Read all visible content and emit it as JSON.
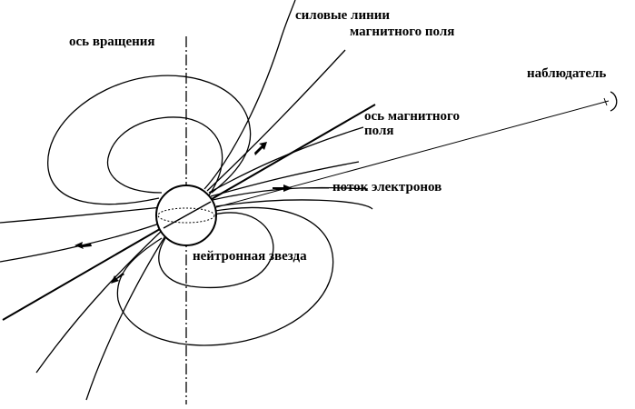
{
  "labels": {
    "rotation_axis": "ось вращения",
    "field_lines_1": "силовые линии",
    "field_lines_2": "магнитного поля",
    "observer": "наблюдатель",
    "magnetic_axis_1": "ось магнитного",
    "magnetic_axis_2": "поля",
    "electron_flow": "поток электронов",
    "neutron_star": "нейтронная звезда"
  },
  "colors": {
    "ink": "#000000",
    "background": "#ffffff"
  },
  "icons": [
    "eye-icon",
    "arrow-icon"
  ]
}
